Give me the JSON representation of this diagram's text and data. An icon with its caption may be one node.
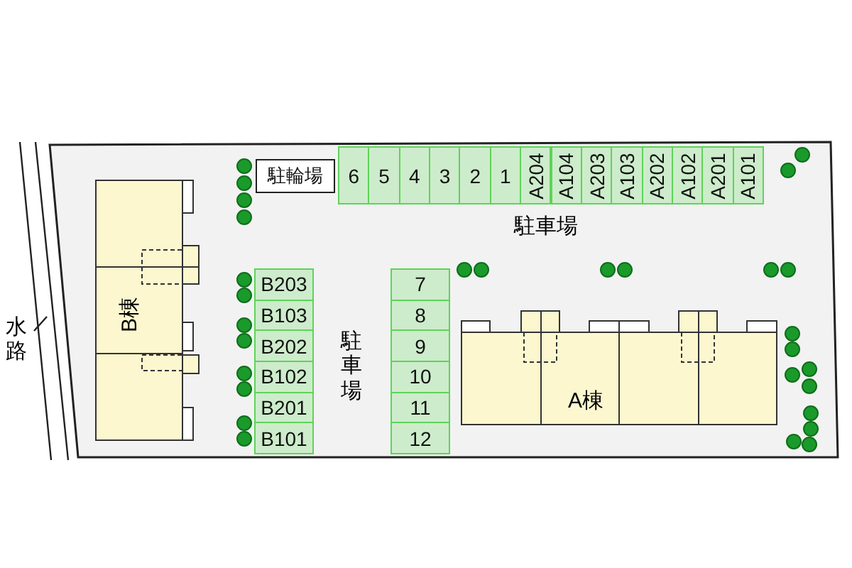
{
  "diagram": {
    "nodes": [
      {
        "text": [
          "駐輪場"
        ]
      },
      {
        "text": [
          "6"
        ]
      },
      {
        "text": [
          "5"
        ]
      },
      {
        "text": [
          "4"
        ]
      },
      {
        "text": [
          "3"
        ]
      },
      {
        "text": [
          "2"
        ]
      },
      {
        "text": [
          "1"
        ]
      },
      {
        "text": [
          "A204"
        ]
      },
      {
        "text": [
          "A104"
        ]
      },
      {
        "text": [
          "A203"
        ]
      },
      {
        "text": [
          "A103"
        ]
      },
      {
        "text": [
          "A202"
        ]
      },
      {
        "text": [
          "A102"
        ]
      },
      {
        "text": [
          "A201"
        ]
      },
      {
        "text": [
          "A101"
        ]
      },
      {
        "text": [
          "B棟"
        ]
      },
      {
        "text": [
          "B203"
        ]
      },
      {
        "text": [
          "B103"
        ]
      },
      {
        "text": [
          "B202"
        ]
      },
      {
        "text": [
          "B102"
        ]
      },
      {
        "text": [
          "B201"
        ]
      },
      {
        "text": [
          "B101"
        ]
      },
      {
        "text": [
          "7"
        ]
      },
      {
        "text": [
          "8"
        ]
      },
      {
        "text": [
          "9"
        ]
      },
      {
        "text": [
          "10"
        ]
      },
      {
        "text": [
          "11"
        ]
      },
      {
        "text": [
          "12"
        ]
      },
      {
        "text": [
          "A棟"
        ]
      }
    ],
    "edges": [],
    "labels": [
      "駐車場",
      "水路",
      "駐車場"
    ]
  }
}
